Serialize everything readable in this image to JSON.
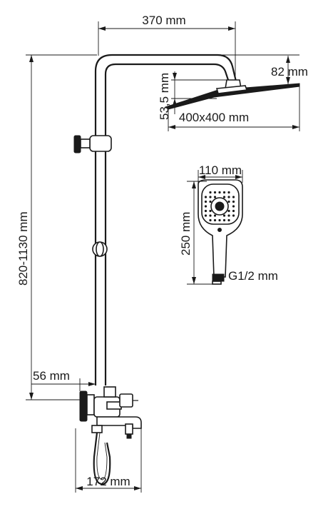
{
  "dimensions": {
    "arm_length": "370 mm",
    "head_height": "82 mm",
    "head_thickness": "53,5 mm",
    "head_size": "400x400 mm",
    "total_height": "820-1130 mm",
    "handshower_width": "110 mm",
    "handshower_length": "250 mm",
    "connection": "G1/2 mm",
    "wall_offset": "56 mm",
    "mixer_width": "172 mm"
  },
  "colors": {
    "ink": "#1a1a1a",
    "background": "#ffffff"
  }
}
